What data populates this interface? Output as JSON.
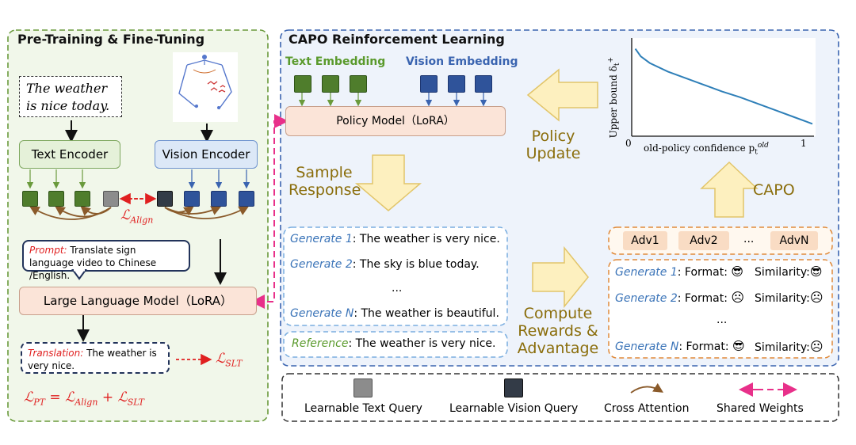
{
  "left_panel": {
    "title": "Pre-Training & Fine-Tuning",
    "input_text": "The weather is nice today.",
    "text_encoder": "Text Encoder",
    "vision_encoder": "Vision Encoder",
    "align_loss": "ℒ",
    "align_sub": "Align",
    "prompt_label": "Prompt:",
    "prompt_text": " Translate sign language video to Chinese /English.",
    "llm": "Large Language Model（LoRA）",
    "translation_label": "Translation:",
    "translation_text": "  The weather is very nice.",
    "slt_loss": "ℒ",
    "slt_sub": "SLT",
    "formula": {
      "lhs": "ℒ",
      "lhs_sub": "PT",
      "eq": " = ",
      "t1": "ℒ",
      "t1_sub": "Align",
      "plus": " + ",
      "t2": "ℒ",
      "t2_sub": "SLT"
    }
  },
  "right_panel": {
    "title": "CAPO Reinforcement Learning",
    "text_embedding": "Text Embedding",
    "vision_embedding": "Vision Embedding",
    "policy_model": "Policy Model（LoRA）",
    "policy_update": "Policy Update",
    "sample_response": "Sample Response",
    "generations": [
      {
        "label": "Generate 1",
        "text": ": The weather is very nice."
      },
      {
        "label": "Generate 2",
        "text": ": The sky is blue today."
      },
      {
        "label": "Generate N",
        "text": ":  The weather is beautiful."
      }
    ],
    "ellipsis": "...",
    "reference_label": "Reference",
    "reference_text": ": The weather is very nice.",
    "compute_rewards": "Compute Rewards & Advantage",
    "advantages": [
      "Adv1",
      "Adv2",
      "...",
      "AdvN"
    ],
    "rewards": [
      {
        "label": "Generate 1",
        "format": ": Format:",
        "similarity": "Similarity:",
        "format_emoji": "😎",
        "sim_emoji": "😎"
      },
      {
        "label": "Generate 2",
        "format": ": Format:",
        "similarity": "Similarity:",
        "format_emoji": "☹",
        "sim_emoji": "☹"
      },
      {
        "label": "Generate N",
        "format": ": Format:",
        "similarity": "Similarity:",
        "format_emoji": "😎",
        "sim_emoji": "☹"
      }
    ],
    "capo": "CAPO"
  },
  "chart_data": {
    "type": "line",
    "title": "",
    "xlabel": "old-policy confidence p",
    "xlabel_sub": "t",
    "xlabel_sup": "old",
    "ylabel": "Upper bound δ",
    "ylabel_sub": "t",
    "ylabel_sup": "+",
    "xlim": [
      0,
      1
    ],
    "x_ticks": [
      "0",
      "1"
    ],
    "series": [
      {
        "color": "#2e7fb8",
        "x": [
          0.02,
          0.05,
          0.1,
          0.2,
          0.3,
          0.4,
          0.5,
          0.6,
          0.7,
          0.8,
          0.9,
          1.0
        ],
        "y": [
          0.92,
          0.84,
          0.77,
          0.68,
          0.61,
          0.54,
          0.47,
          0.41,
          0.34,
          0.27,
          0.2,
          0.13
        ]
      }
    ]
  },
  "legend": {
    "text_query": "Learnable Text Query",
    "vision_query": "Learnable Vision Query",
    "cross_attention": "Cross Attention",
    "shared_weights": "Shared Weights"
  },
  "colors": {
    "green": "#4f7d2c",
    "blue": "#2f539a",
    "gold": "#8a6d0b",
    "arrow_fill": "#fdf0bf",
    "arrow_stroke": "#e2c56a",
    "pink": "#e8308a",
    "red": "#e02020"
  }
}
